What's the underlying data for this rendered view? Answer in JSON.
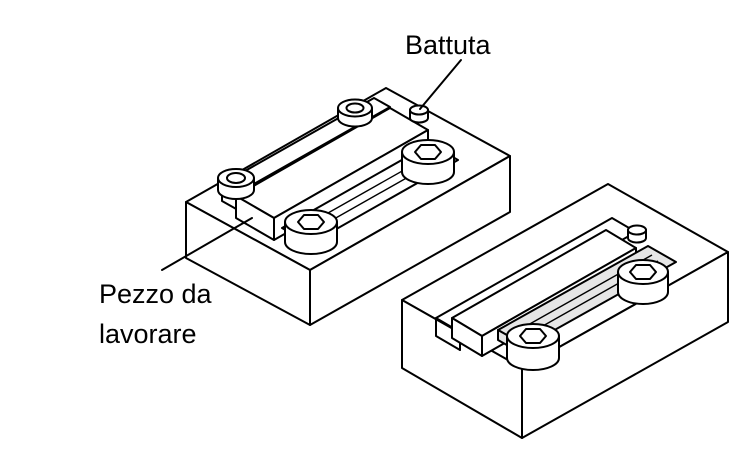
{
  "labels": {
    "stop": "Battuta",
    "workpiece_line1": "Pezzo da",
    "workpiece_line2": "lavorare"
  }
}
